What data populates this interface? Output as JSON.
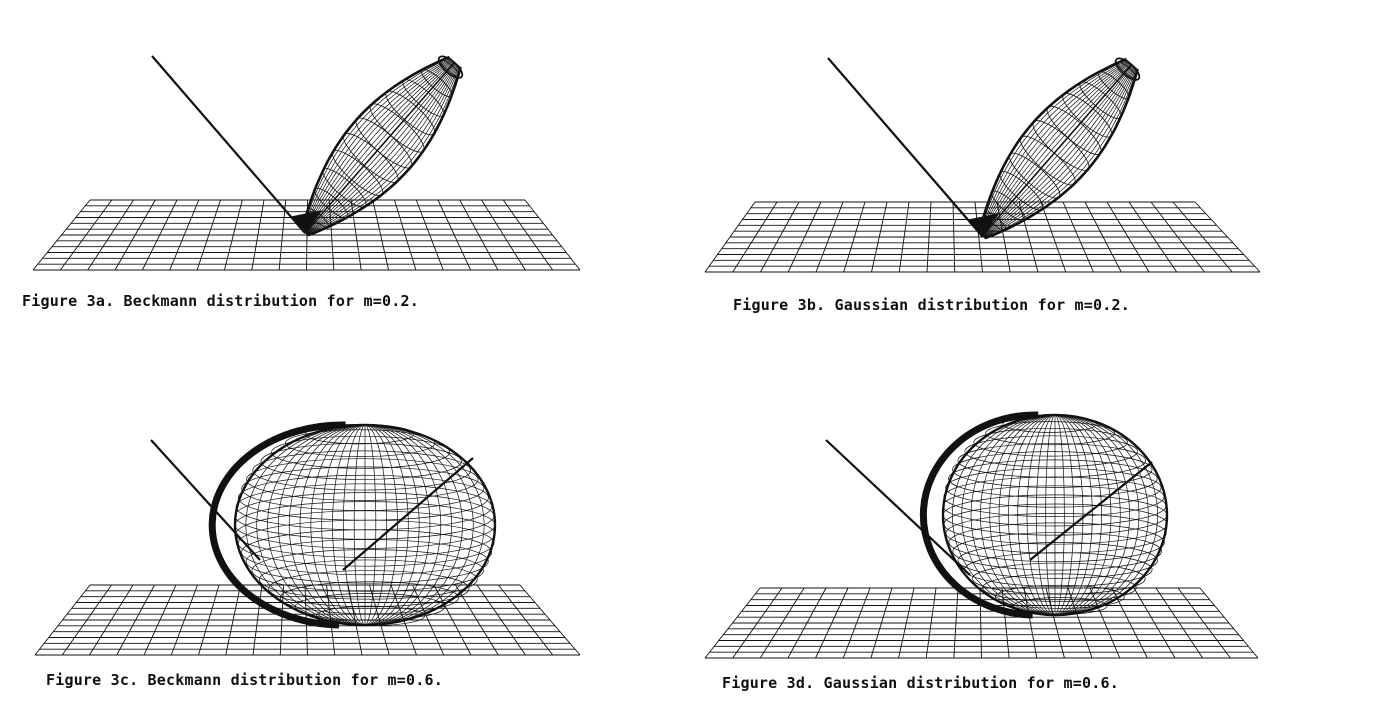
{
  "figures": [
    {
      "id": "3a",
      "caption": "Figure 3a. Beckmann distribution for m=0.2.",
      "distribution": "Beckmann",
      "m": 0.2
    },
    {
      "id": "3b",
      "caption": "Figure 3b. Gaussian distribution for m=0.2.",
      "distribution": "Gaussian",
      "m": 0.2
    },
    {
      "id": "3c",
      "caption": "Figure 3c. Beckmann distribution for m=0.6.",
      "distribution": "Beckmann",
      "m": 0.6
    },
    {
      "id": "3d",
      "caption": "Figure 3d. Gaussian distribution for m=0.6.",
      "distribution": "Gaussian",
      "m": 0.6
    }
  ],
  "colors": {
    "ink": "#111111",
    "paper": "#ffffff"
  }
}
